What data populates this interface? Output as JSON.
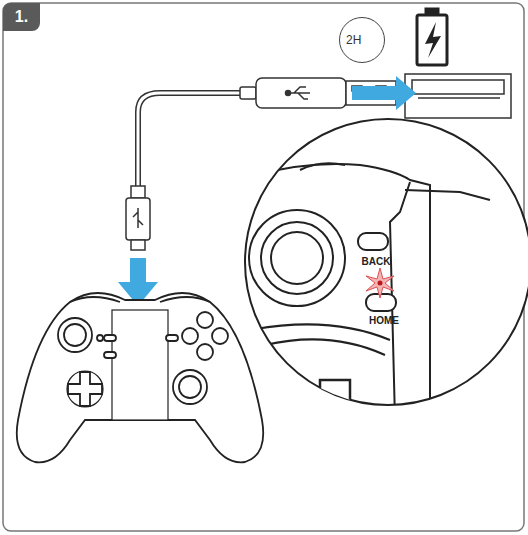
{
  "diagram": {
    "nodes": [
      {
        "text": [
          "1."
        ]
      },
      {
        "text": [
          "2H"
        ]
      }
    ],
    "labels": [
      "BACK",
      "HOME"
    ]
  }
}
